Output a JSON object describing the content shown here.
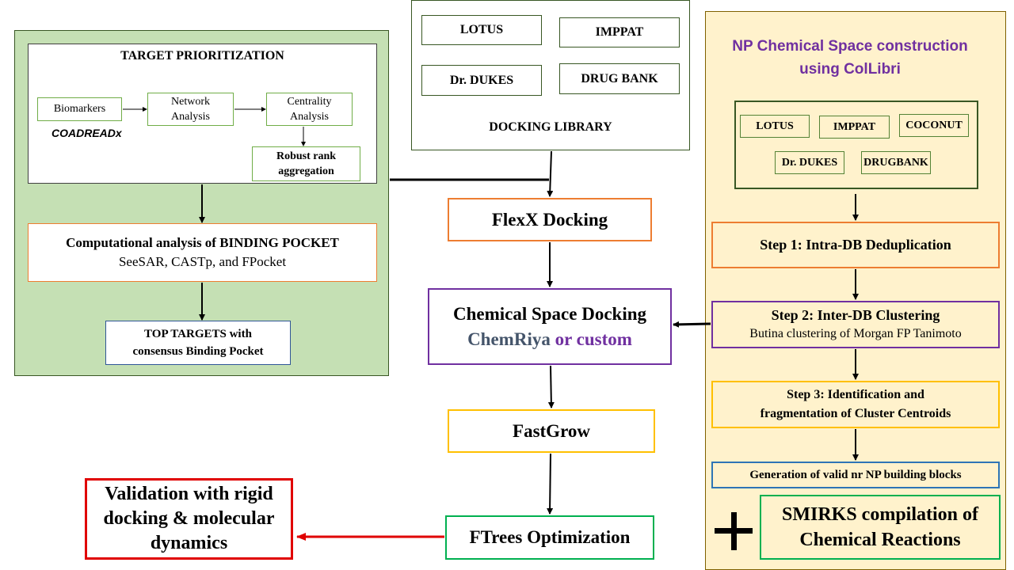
{
  "left": {
    "title": "TARGET PRIORITIZATION",
    "biomarkers": "Biomarkers",
    "coadreadx": "COADREADx",
    "network_l1": "Network",
    "network_l2": "Analysis",
    "centrality_l1": "Centrality",
    "centrality_l2": "Analysis",
    "robust_l1": "Robust rank",
    "robust_l2": "aggregation",
    "pocket_title": "Computational analysis of BINDING POCKET",
    "pocket_tools": "SeeSAR, CASTp, and FPocket",
    "top_l1": "TOP TARGETS with",
    "top_l2": "consensus Binding Pocket"
  },
  "library": {
    "lotus": "LOTUS",
    "imppat": "IMPPAT",
    "dukes": "Dr. DUKES",
    "drugbank": "DRUG BANK",
    "label": "DOCKING LIBRARY"
  },
  "center": {
    "flexx": "FlexX Docking",
    "csd_title": "Chemical Space Docking",
    "csd_chemriya": "ChemRiya",
    "csd_or": " or ",
    "csd_custom": "custom",
    "fastgrow": "FastGrow",
    "ftrees": "FTrees Optimization",
    "validation_l1": "Validation with rigid",
    "validation_l2": "docking & molecular",
    "validation_l3": "dynamics"
  },
  "right": {
    "title_l1": "NP Chemical Space construction",
    "title_l2": "using ColLibri",
    "lotus": "LOTUS",
    "imppat": "IMPPAT",
    "coconut": "COCONUT",
    "dukes": "Dr. DUKES",
    "drugbank": "DRUGBANK",
    "step1": "Step 1: Intra-DB Deduplication",
    "step2_title": "Step 2: Inter-DB Clustering",
    "step2_sub": "Butina clustering of Morgan FP Tanimoto",
    "step3_l1": "Step 3: Identification and",
    "step3_l2": "fragmentation of Cluster Centroids",
    "generation": "Generation of valid nr NP building blocks",
    "plus": "+",
    "smirks_l1": "SMIRKS compilation of",
    "smirks_l2": "Chemical Reactions"
  },
  "colors": {
    "green_panel": "#c5e0b4",
    "yellow_panel": "#fff2cc",
    "orange": "#ed7d31",
    "purple_border": "#7030a0",
    "gold": "#ffc000",
    "green_border": "#00b050",
    "red": "#e00000",
    "blue": "#2e75b6",
    "title_purple": "#7030a0",
    "chemriya": "#44546a"
  }
}
